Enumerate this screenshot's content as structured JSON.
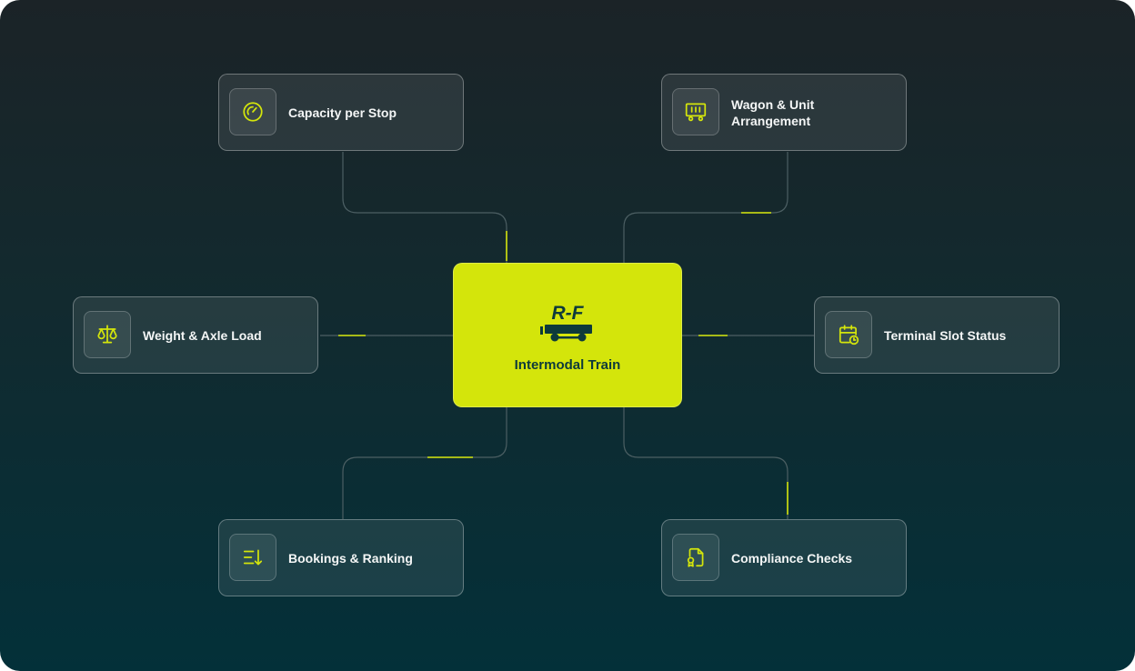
{
  "colors": {
    "accent": "#d4e50b",
    "center_text": "#0d3a3b",
    "node_text": "#f4f6f6",
    "connector": "#4c5f63"
  },
  "center": {
    "logo_text": "R-F",
    "title": "Intermodal Train",
    "icon": "train-logo-icon"
  },
  "nodes": [
    {
      "label": "Capacity per Stop",
      "icon": "gauge-icon"
    },
    {
      "label": "Wagon & Unit Arrangement",
      "icon": "wagon-icon"
    },
    {
      "label": "Weight & Axle Load",
      "icon": "scale-icon"
    },
    {
      "label": "Terminal Slot Status",
      "icon": "calendar-clock-icon"
    },
    {
      "label": "Bookings & Ranking",
      "icon": "sort-list-icon"
    },
    {
      "label": "Compliance Checks",
      "icon": "certificate-document-icon"
    }
  ]
}
